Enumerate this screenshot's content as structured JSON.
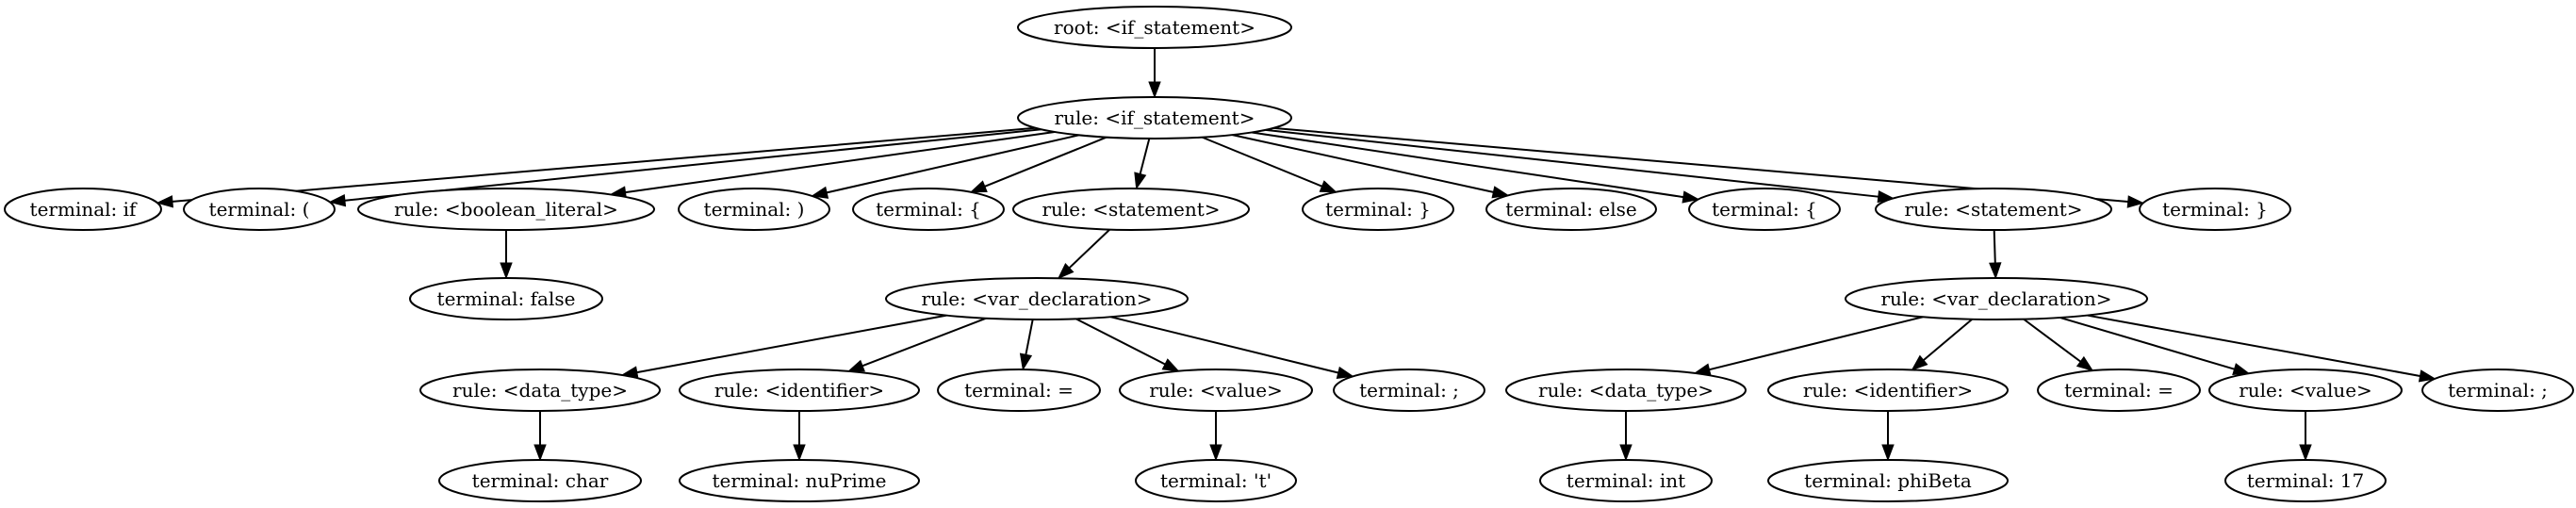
{
  "nodes": {
    "root": "root: <if_statement>",
    "if_stmt": "rule: <if_statement>",
    "t_if": "terminal: if",
    "t_lparen": "terminal: (",
    "r_bool": "rule: <boolean_literal>",
    "t_rparen": "terminal: )",
    "t_lbrace1": "terminal: {",
    "r_stmt1": "rule: <statement>",
    "t_rbrace1": "terminal: }",
    "t_else": "terminal: else",
    "t_lbrace2": "terminal: {",
    "r_stmt2": "rule: <statement>",
    "t_rbrace2": "terminal: }",
    "t_false": "terminal: false",
    "r_vardecl1": "rule: <var_declaration>",
    "r_vardecl2": "rule: <var_declaration>",
    "r_dtype1": "rule: <data_type>",
    "r_ident1": "rule: <identifier>",
    "t_eq1": "terminal: =",
    "r_value1": "rule: <value>",
    "t_semi1": "terminal: ;",
    "r_dtype2": "rule: <data_type>",
    "r_ident2": "rule: <identifier>",
    "t_eq2": "terminal: =",
    "r_value2": "rule: <value>",
    "t_semi2": "terminal: ;",
    "t_char": "terminal: char",
    "t_nuprime": "terminal: nuPrime",
    "t_tchar": "terminal: 't'",
    "t_int": "terminal: int",
    "t_phibeta": "terminal: phiBeta",
    "t_17": "terminal: 17"
  },
  "edges": [
    [
      "root",
      "if_stmt"
    ],
    [
      "if_stmt",
      "t_if"
    ],
    [
      "if_stmt",
      "t_lparen"
    ],
    [
      "if_stmt",
      "r_bool"
    ],
    [
      "if_stmt",
      "t_rparen"
    ],
    [
      "if_stmt",
      "t_lbrace1"
    ],
    [
      "if_stmt",
      "r_stmt1"
    ],
    [
      "if_stmt",
      "t_rbrace1"
    ],
    [
      "if_stmt",
      "t_else"
    ],
    [
      "if_stmt",
      "t_lbrace2"
    ],
    [
      "if_stmt",
      "r_stmt2"
    ],
    [
      "if_stmt",
      "t_rbrace2"
    ],
    [
      "r_bool",
      "t_false"
    ],
    [
      "r_stmt1",
      "r_vardecl1"
    ],
    [
      "r_stmt2",
      "r_vardecl2"
    ],
    [
      "r_vardecl1",
      "r_dtype1"
    ],
    [
      "r_vardecl1",
      "r_ident1"
    ],
    [
      "r_vardecl1",
      "t_eq1"
    ],
    [
      "r_vardecl1",
      "r_value1"
    ],
    [
      "r_vardecl1",
      "t_semi1"
    ],
    [
      "r_vardecl2",
      "r_dtype2"
    ],
    [
      "r_vardecl2",
      "r_ident2"
    ],
    [
      "r_vardecl2",
      "t_eq2"
    ],
    [
      "r_vardecl2",
      "r_value2"
    ],
    [
      "r_vardecl2",
      "t_semi2"
    ],
    [
      "r_dtype1",
      "t_char"
    ],
    [
      "r_ident1",
      "t_nuprime"
    ],
    [
      "r_value1",
      "t_tchar"
    ],
    [
      "r_dtype2",
      "t_int"
    ],
    [
      "r_ident2",
      "t_phibeta"
    ],
    [
      "r_value2",
      "t_17"
    ]
  ]
}
